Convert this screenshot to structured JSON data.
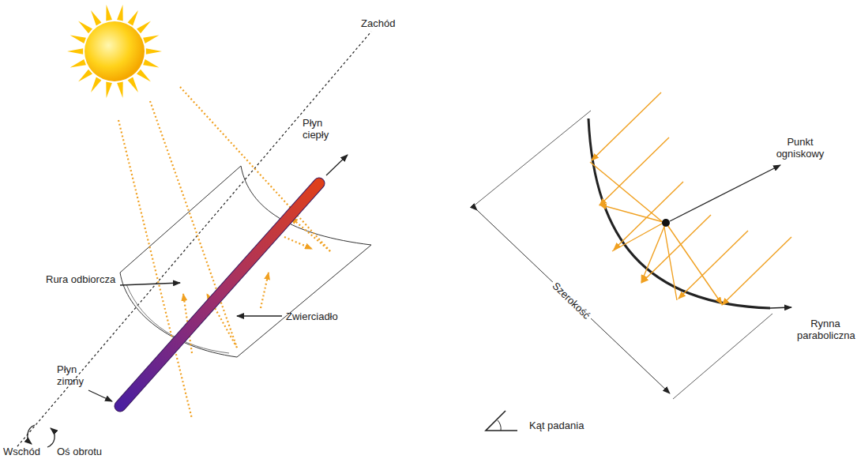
{
  "diagram": {
    "labels": [
      "Płyn ciepły",
      "Zachód",
      "Rura odbiorcza",
      "Zwierciadło",
      "Płyn zimny",
      "Oś obrotu",
      "Wschód",
      "Punkt ogniskowy",
      "Rynna paraboliczna",
      "Szerokość",
      "Kąt padania"
    ]
  }
}
